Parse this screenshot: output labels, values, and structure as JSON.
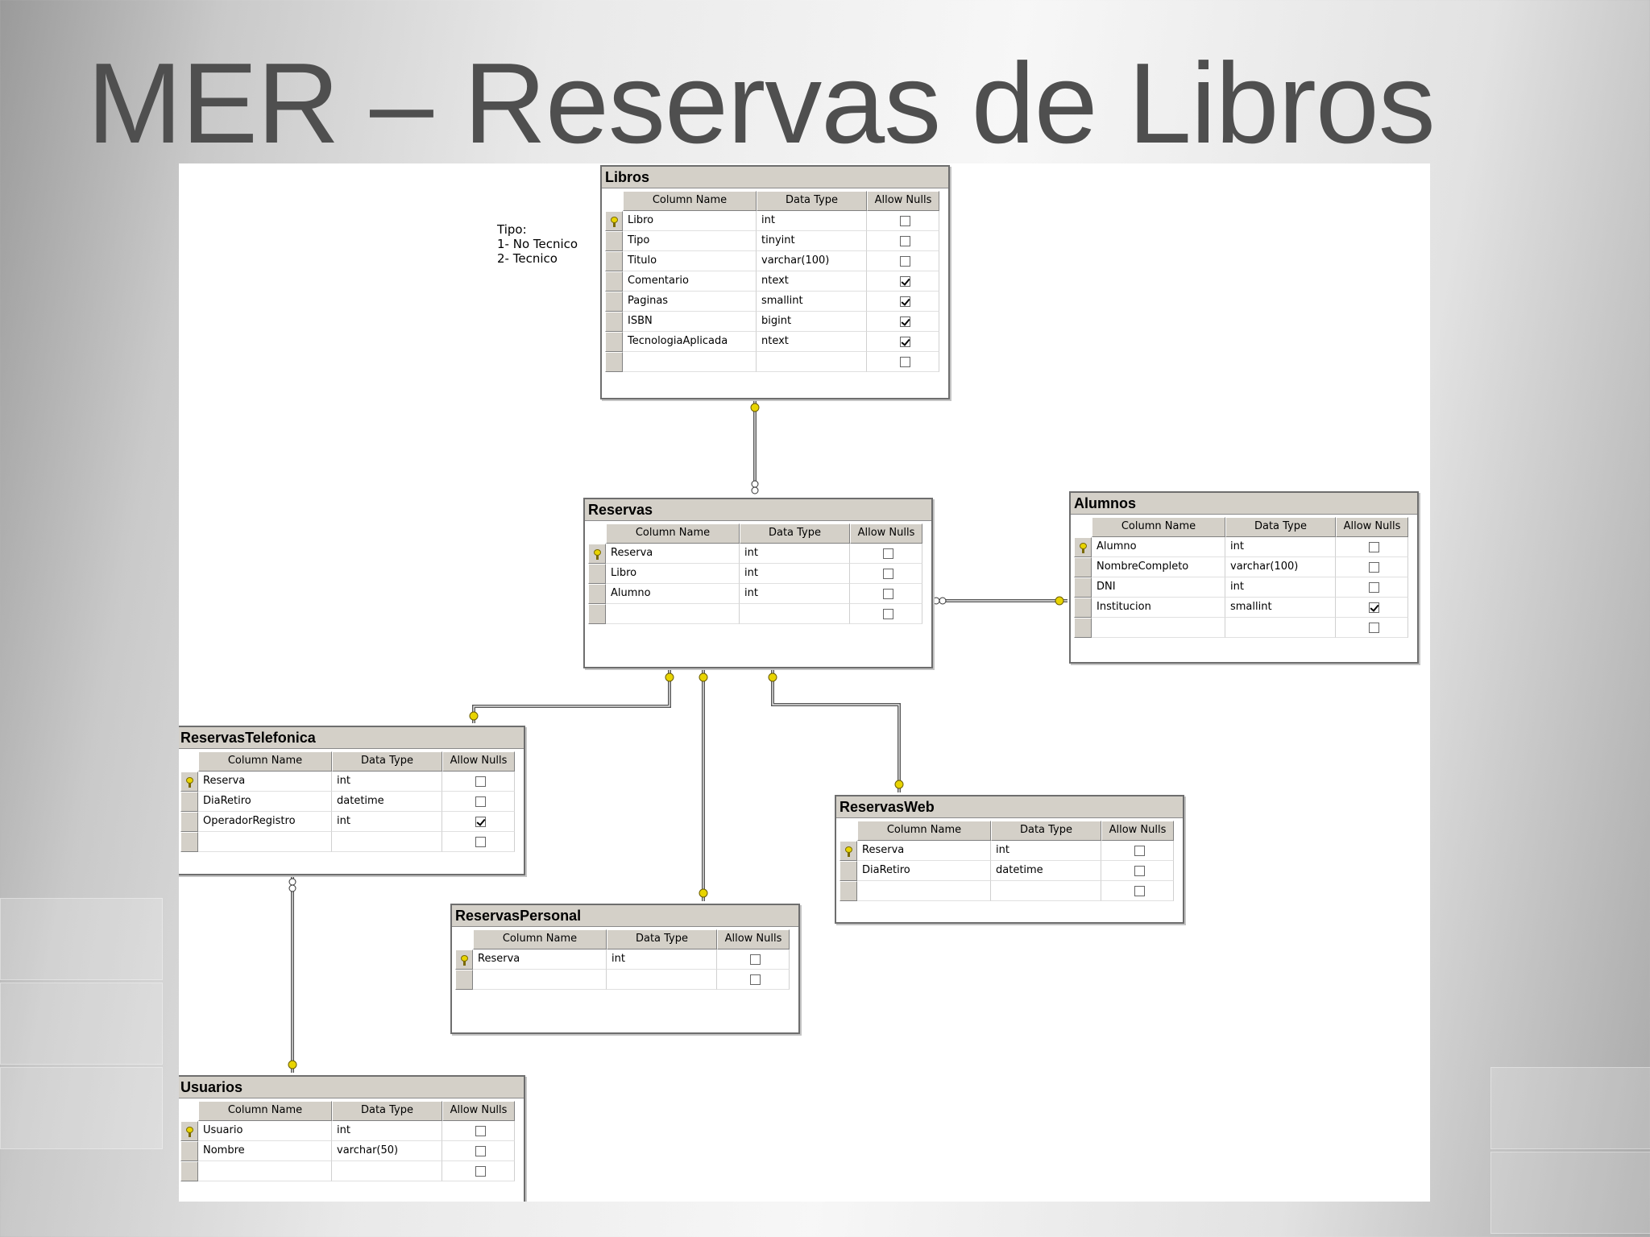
{
  "title": "MER – Reservas de Libros",
  "note": {
    "lines": [
      "Tipo:",
      "1- No Tecnico",
      "2- Tecnico"
    ]
  },
  "headers": {
    "column_name": "Column Name",
    "data_type": "Data Type",
    "allow_nulls": "Allow Nulls"
  },
  "tables": {
    "libros": {
      "name": "Libros",
      "rows": [
        {
          "col": "Libro",
          "type": "int",
          "nulls": false,
          "pk": true
        },
        {
          "col": "Tipo",
          "type": "tinyint",
          "nulls": false
        },
        {
          "col": "Titulo",
          "type": "varchar(100)",
          "nulls": false
        },
        {
          "col": "Comentario",
          "type": "ntext",
          "nulls": true
        },
        {
          "col": "Paginas",
          "type": "smallint",
          "nulls": true
        },
        {
          "col": "ISBN",
          "type": "bigint",
          "nulls": true
        },
        {
          "col": "TecnologiaAplicada",
          "type": "ntext",
          "nulls": true
        },
        {
          "col": "",
          "type": "",
          "nulls": false
        }
      ]
    },
    "reservas": {
      "name": "Reservas",
      "rows": [
        {
          "col": "Reserva",
          "type": "int",
          "nulls": false,
          "pk": true
        },
        {
          "col": "Libro",
          "type": "int",
          "nulls": false
        },
        {
          "col": "Alumno",
          "type": "int",
          "nulls": false
        },
        {
          "col": "",
          "type": "",
          "nulls": false
        }
      ]
    },
    "alumnos": {
      "name": "Alumnos",
      "rows": [
        {
          "col": "Alumno",
          "type": "int",
          "nulls": false,
          "pk": true
        },
        {
          "col": "NombreCompleto",
          "type": "varchar(100)",
          "nulls": false
        },
        {
          "col": "DNI",
          "type": "int",
          "nulls": false
        },
        {
          "col": "Institucion",
          "type": "smallint",
          "nulls": true
        },
        {
          "col": "",
          "type": "",
          "nulls": false
        }
      ]
    },
    "reservas_telefonica": {
      "name": "ReservasTelefonica",
      "rows": [
        {
          "col": "Reserva",
          "type": "int",
          "nulls": false,
          "pk": true
        },
        {
          "col": "DiaRetiro",
          "type": "datetime",
          "nulls": false
        },
        {
          "col": "OperadorRegistro",
          "type": "int",
          "nulls": true
        },
        {
          "col": "",
          "type": "",
          "nulls": false
        }
      ]
    },
    "reservas_web": {
      "name": "ReservasWeb",
      "rows": [
        {
          "col": "Reserva",
          "type": "int",
          "nulls": false,
          "pk": true
        },
        {
          "col": "DiaRetiro",
          "type": "datetime",
          "nulls": false
        },
        {
          "col": "",
          "type": "",
          "nulls": false
        }
      ]
    },
    "reservas_personal": {
      "name": "ReservasPersonal",
      "rows": [
        {
          "col": "Reserva",
          "type": "int",
          "nulls": false,
          "pk": true
        },
        {
          "col": "",
          "type": "",
          "nulls": false
        }
      ]
    },
    "usuarios": {
      "name": "Usuarios",
      "rows": [
        {
          "col": "Usuario",
          "type": "int",
          "nulls": false,
          "pk": true
        },
        {
          "col": "Nombre",
          "type": "varchar(50)",
          "nulls": false
        },
        {
          "col": "",
          "type": "",
          "nulls": false
        }
      ]
    }
  },
  "colors": {
    "title_text": "#4f4f4f",
    "table_header": "#d4d0c8",
    "connector": "#555555",
    "key_yellow": "#e8d400"
  }
}
